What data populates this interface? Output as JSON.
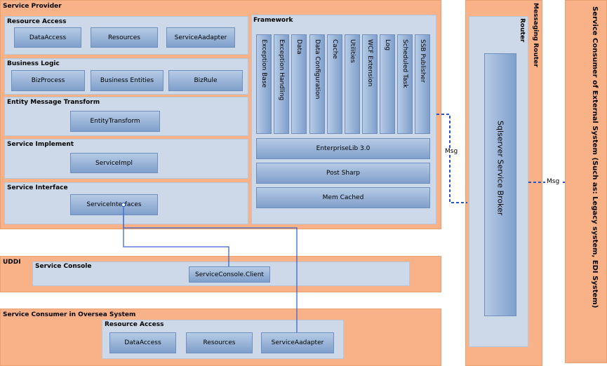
{
  "service_provider": {
    "title": "Service Provider",
    "resource_access": {
      "title": "Resource Access",
      "items": [
        "DataAccess",
        "Resources",
        "ServiceAadapter"
      ]
    },
    "business_logic": {
      "title": "Business Logic",
      "items": [
        "BizProcess",
        "Business Entities",
        "BizRule"
      ]
    },
    "entity_transform": {
      "title": "Entity Message Transform",
      "item": "EntityTransform"
    },
    "service_implement": {
      "title": "Service Implement",
      "item": "ServiceImpl"
    },
    "service_interface": {
      "title": "Service Interface",
      "item": "ServiceInterfaces"
    },
    "framework": {
      "title": "Framework",
      "vertical_items": [
        "Exception Base",
        "Exception Handling",
        "Data",
        "Data Configuration",
        "Cache",
        "Utilities",
        "WCF Extension",
        "Log",
        "Scheduled Task",
        "SSB Publisher"
      ],
      "horizontal_items": [
        "EnterpriseLib 3.0",
        "Post Sharp",
        "Mem Cached"
      ]
    }
  },
  "messaging_router": {
    "title": "Messaging Router",
    "router_title": "Router",
    "broker": "Sqlserver Service Broker"
  },
  "external_consumer": {
    "title": "Service Consumer of External System (Such as: Legacy system, EDI System)"
  },
  "uddi": {
    "title": "UDDI",
    "console_title": "Service Console",
    "client": "ServiceConsole.Client"
  },
  "oversea": {
    "title": "Service Consumer in Oversea System",
    "resource_access": {
      "title": "Resource Access",
      "items": [
        "DataAccess",
        "Resources",
        "ServiceAadapter"
      ]
    }
  },
  "connectors": {
    "msg_label": "Msg"
  },
  "colors": {
    "container": "#f9b288",
    "panel": "#cdd9e8",
    "component": "#7f9fcb",
    "connector": "#3a66d0"
  }
}
